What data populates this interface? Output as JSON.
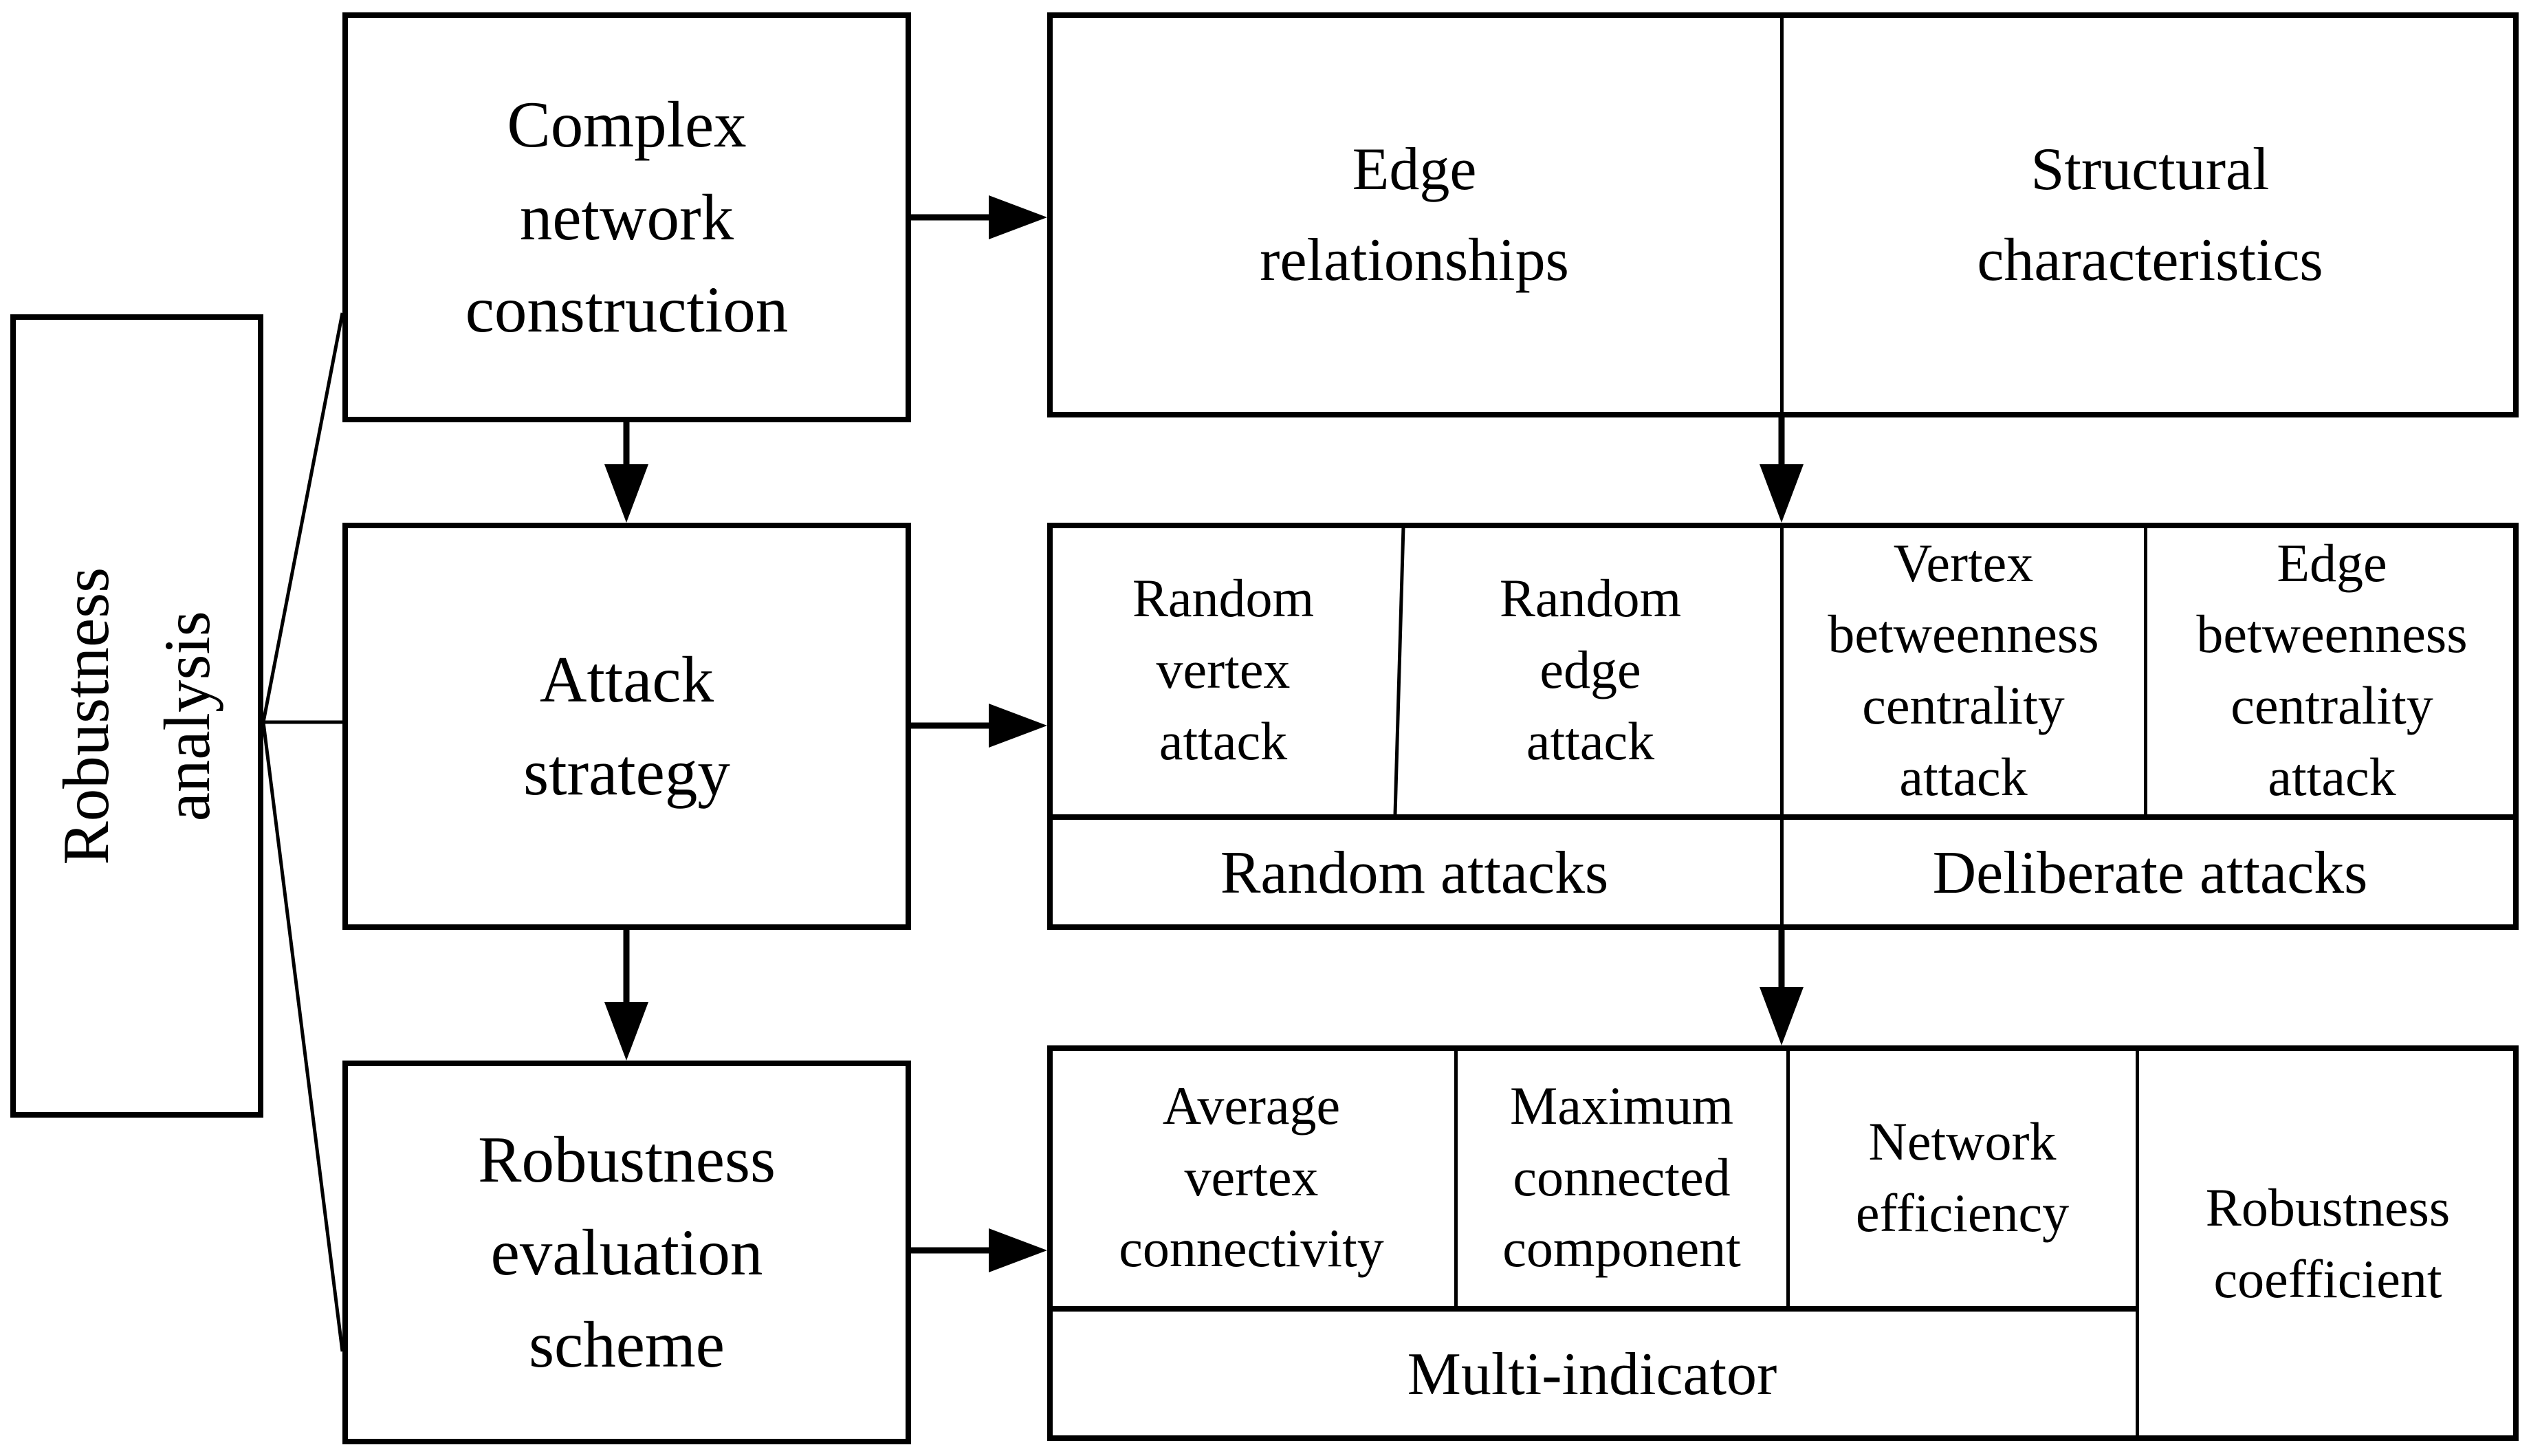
{
  "palette": {
    "ink": "#000000",
    "paper": "#ffffff"
  },
  "sidebar": {
    "label": "Robustness\nanalysis"
  },
  "row1": {
    "stage": {
      "label": "Complex\nnetwork\nconstruction"
    },
    "outputs": [
      {
        "label": "Edge\nrelationships"
      },
      {
        "label": "Structural\ncharacteristics"
      }
    ]
  },
  "row2": {
    "stage": {
      "label": "Attack\nstrategy"
    },
    "attacks": [
      {
        "label": "Random\nvertex\nattack"
      },
      {
        "label": "Random\nedge\nattack"
      },
      {
        "label": "Vertex\nbetweenness\ncentrality\nattack"
      },
      {
        "label": "Edge\nbetweenness\ncentrality\nattack"
      }
    ],
    "categories": [
      {
        "label": "Random attacks"
      },
      {
        "label": "Deliberate attacks"
      }
    ]
  },
  "row3": {
    "stage": {
      "label": "Robustness\nevaluation\nscheme"
    },
    "indicators": [
      {
        "label": "Average\nvertex\nconnectivity"
      },
      {
        "label": "Maximum\nconnected\ncomponent"
      },
      {
        "label": "Network\nefficiency"
      },
      {
        "label": "Robustness\ncoefficient"
      }
    ],
    "combined": {
      "label": "Multi-indicator"
    }
  }
}
